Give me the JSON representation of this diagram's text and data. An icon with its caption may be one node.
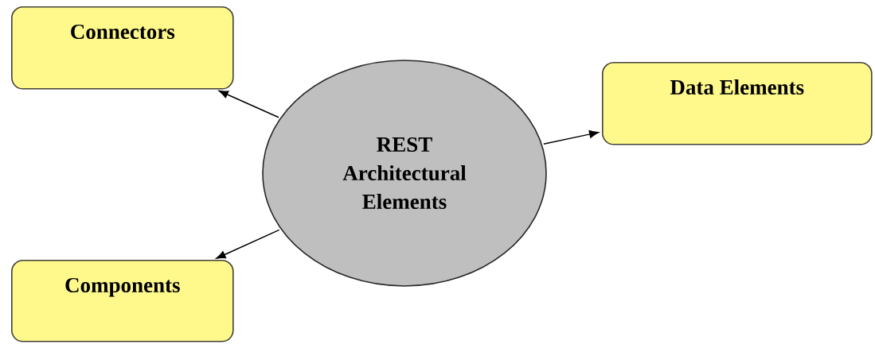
{
  "diagram": {
    "nodes": [
      {
        "text": [
          "Connectors"
        ]
      },
      {
        "text": [
          "REST Architectural Elements"
        ]
      },
      {
        "text": [
          "Data Elements"
        ]
      },
      {
        "text": [
          "Components"
        ]
      }
    ],
    "edges": [
      {
        "from": 1,
        "to": 0,
        "arrow": "to"
      },
      {
        "from": 1,
        "to": 2,
        "arrow": "to"
      },
      {
        "from": 1,
        "to": 3,
        "arrow": "to"
      }
    ]
  }
}
